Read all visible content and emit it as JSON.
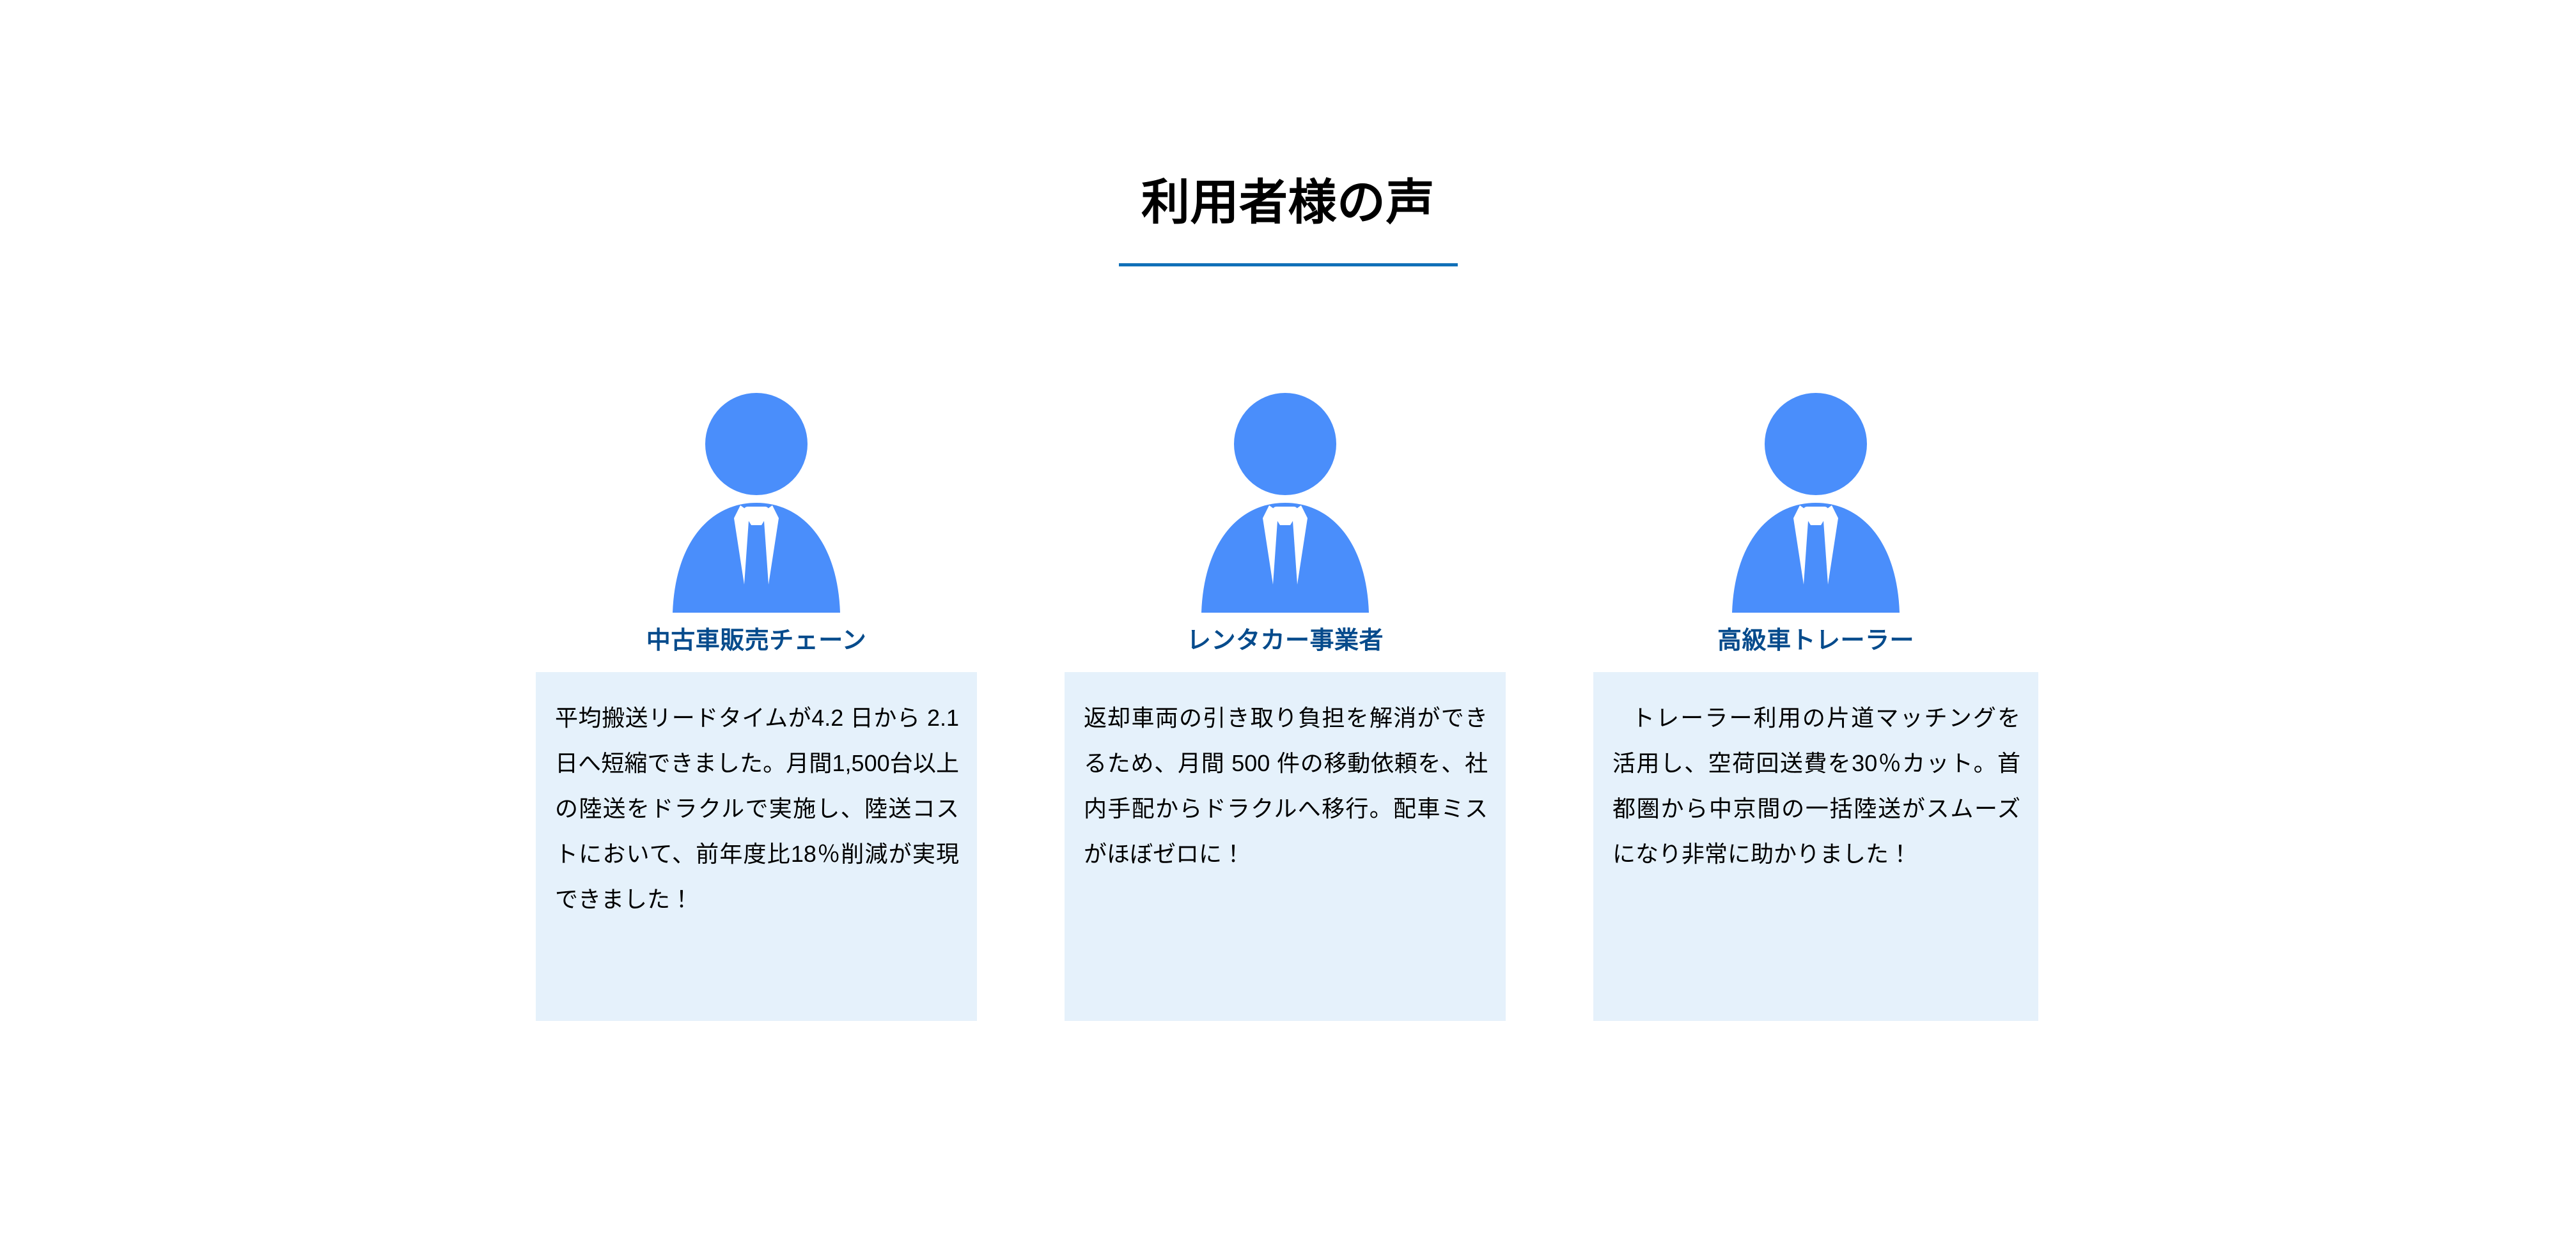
{
  "section": {
    "title": "利用者様の声",
    "divider_color": "#1070b8"
  },
  "theme": {
    "icon_blue": "#4a8efb",
    "heading_blue": "#064b8c",
    "card_background": "#e5f1fb",
    "page_background": "#ffffff",
    "body_text_color": "#000000"
  },
  "testimonials": [
    {
      "avatar_icon": "businessman-avatar-icon",
      "heading": "中古車販売チェーン",
      "quote": "平均搬送リードタイムが4.2 日から 2.1日へ短縮できました。月間1,500台以上の陸送をドラクルで実施し、陸送コストにおいて、前年度比18％削減が実現できました！"
    },
    {
      "avatar_icon": "businessman-avatar-icon",
      "heading": "レンタカー事業者",
      "quote": "返却車両の引き取り負担を解消ができるため、月間 500 件の移動依頼を、社内手配からドラクルへ移行。配車ミスがほぼゼロに！"
    },
    {
      "avatar_icon": "businessman-avatar-icon",
      "heading": "高級車トレーラー",
      "quote": "トレーラー利用の片道マッチングを活用し、空荷回送費を30％カット。首都圏から中京間の一括陸送がスムーズになり非常に助かりました！"
    }
  ]
}
